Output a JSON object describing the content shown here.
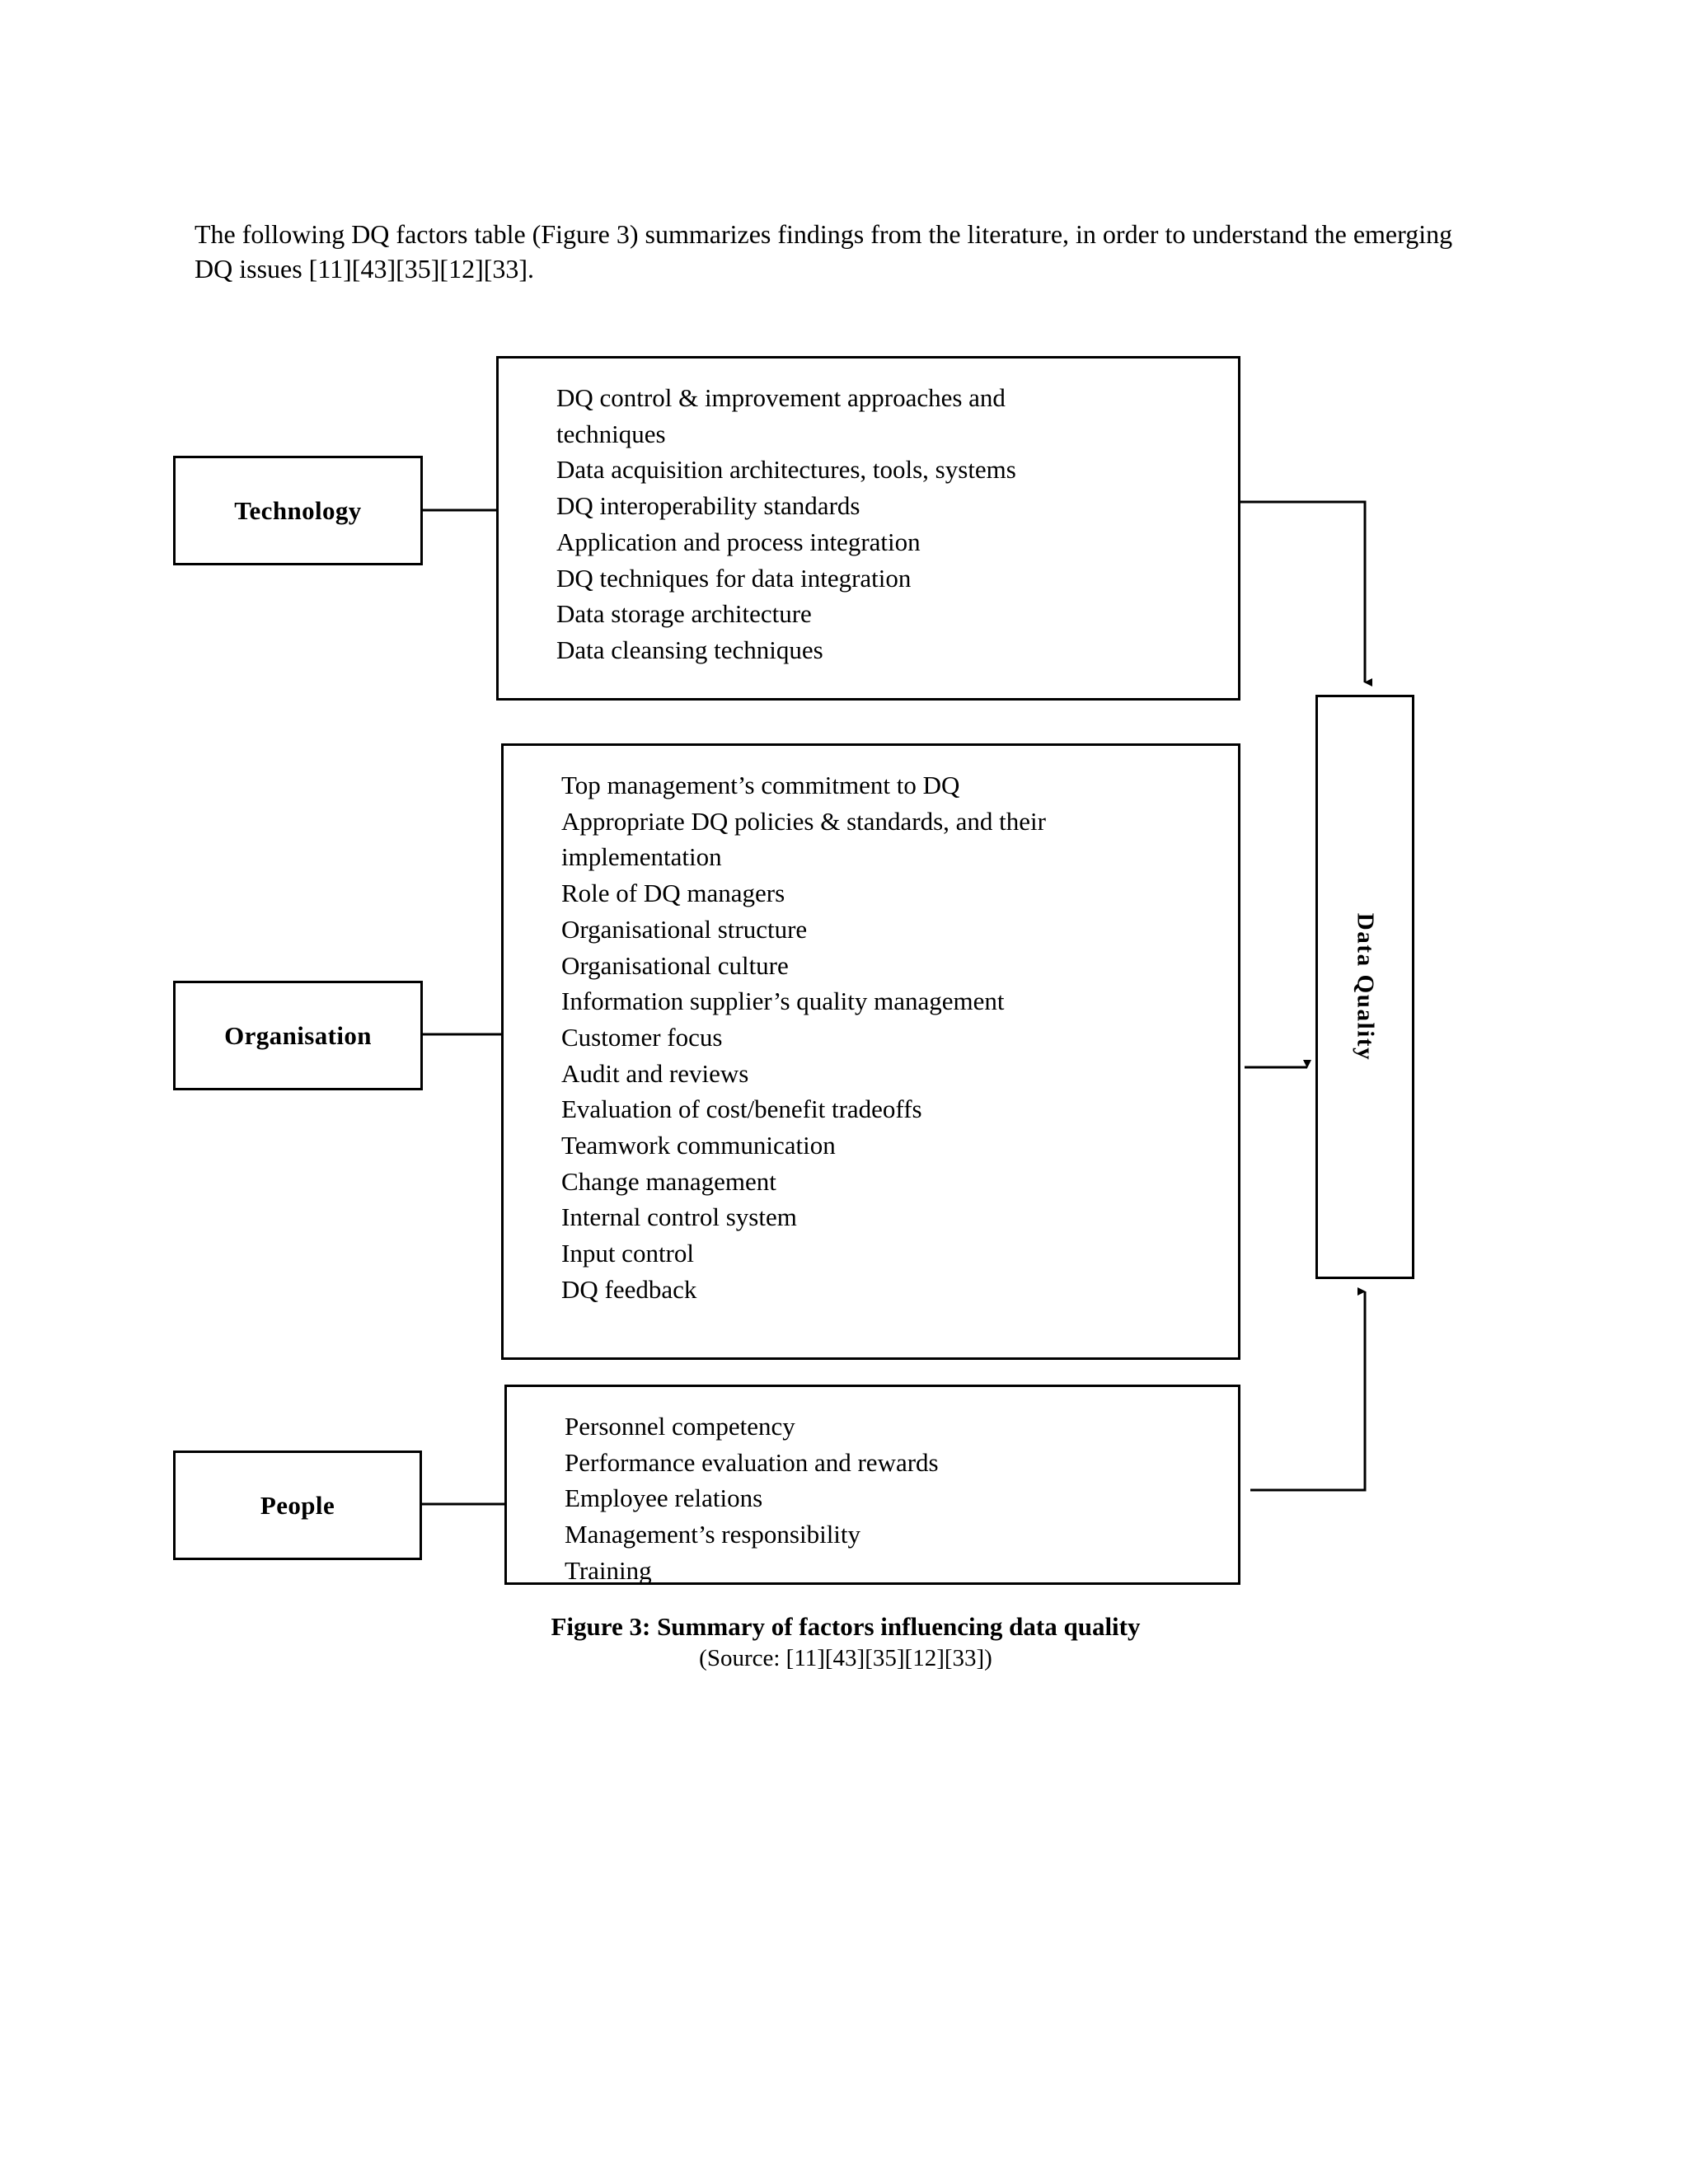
{
  "document": {
    "intro_paragraph": "The following DQ factors table (Figure 3) summarizes findings from the literature, in order to understand the emerging DQ issues [11][43][35][12][33].",
    "caption_title": "Figure 3: Summary of factors influencing data quality",
    "caption_source": "(Source: [11][43][35][12][33])"
  },
  "diagram": {
    "outcome_label": "Data Quality",
    "categories": [
      {
        "id": "technology",
        "label": "Technology",
        "factors": [
          "DQ control & improvement approaches and techniques",
          "Data acquisition architectures, tools, systems",
          "DQ interoperability standards",
          "Application and process integration",
          "DQ techniques for data integration",
          "Data storage architecture",
          "Data cleansing techniques"
        ]
      },
      {
        "id": "organisation",
        "label": "Organisation",
        "factors": [
          "Top management’s commitment to DQ",
          "Appropriate DQ policies & standards, and their implementation",
          "Role of DQ managers",
          "Organisational structure",
          "Organisational culture",
          "Information supplier’s quality management",
          "Customer focus",
          "Audit and reviews",
          "Evaluation of cost/benefit tradeoffs",
          "Teamwork communication",
          "Change management",
          "Internal control system",
          "Input control",
          "DQ feedback"
        ]
      },
      {
        "id": "people",
        "label": "People",
        "factors": [
          "Personnel competency",
          "Performance evaluation and rewards",
          "Employee relations",
          "Management’s responsibility",
          "Training"
        ]
      }
    ]
  },
  "style": {
    "stroke_color": "#000000",
    "page_background": "#ffffff",
    "text_color": "#000000"
  }
}
